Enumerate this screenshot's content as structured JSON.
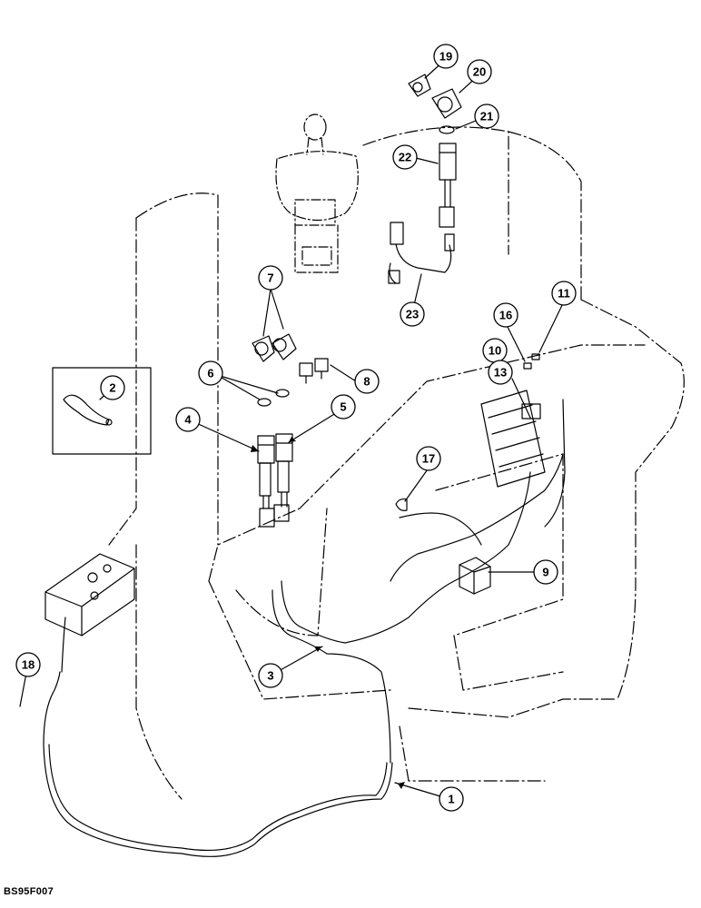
{
  "callouts": [
    {
      "id": "c1",
      "label": "1"
    },
    {
      "id": "c2",
      "label": "2"
    },
    {
      "id": "c3",
      "label": "3"
    },
    {
      "id": "c4",
      "label": "4"
    },
    {
      "id": "c5",
      "label": "5"
    },
    {
      "id": "c6",
      "label": "6"
    },
    {
      "id": "c7",
      "label": "7"
    },
    {
      "id": "c8",
      "label": "8"
    },
    {
      "id": "c9",
      "label": "9"
    },
    {
      "id": "c10",
      "label": "10"
    },
    {
      "id": "c11",
      "label": "11"
    },
    {
      "id": "c13",
      "label": "13"
    },
    {
      "id": "c16",
      "label": "16"
    },
    {
      "id": "c17",
      "label": "17"
    },
    {
      "id": "c18",
      "label": "18"
    },
    {
      "id": "c19",
      "label": "19"
    },
    {
      "id": "c20",
      "label": "20"
    },
    {
      "id": "c21",
      "label": "21"
    },
    {
      "id": "c22",
      "label": "22"
    },
    {
      "id": "c23",
      "label": "23"
    }
  ],
  "figure_code": "BS95F007"
}
